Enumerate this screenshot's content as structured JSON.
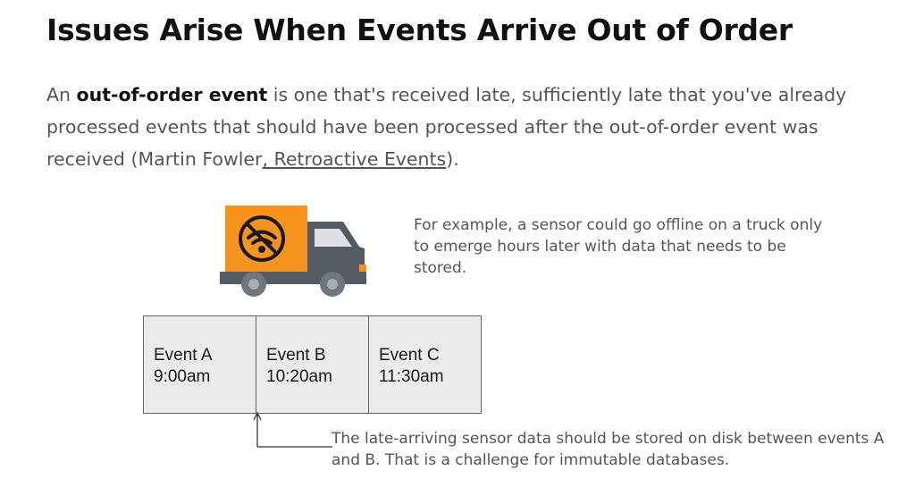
{
  "title": "Issues Arise When Events Arrive Out of Order",
  "intro": {
    "lead": "An ",
    "bold": "out-of-order event",
    "body": " is one that's received late, sufficiently late that you've already processed events that should have been processed after the out-of-order event was received (Martin Fowler",
    "link": ", Retroactive Events",
    "tail": ")."
  },
  "example_text": "For example, a sensor could go offline on a truck only to emerge hours later with data that needs to be stored.",
  "events": [
    {
      "name": "Event A",
      "time": "9:00am"
    },
    {
      "name": "Event B",
      "time": "10:20am"
    },
    {
      "name": "Event C",
      "time": "11:30am"
    }
  ],
  "note": "The late-arriving sensor data should be stored on disk between events A and B. That is a challenge for immutable databases.",
  "colors": {
    "truck_cargo": "#f7941e",
    "truck_body": "#545a62",
    "event_cell_bg": "#ececec"
  },
  "icons": [
    "truck-icon",
    "wifi-off-icon"
  ]
}
